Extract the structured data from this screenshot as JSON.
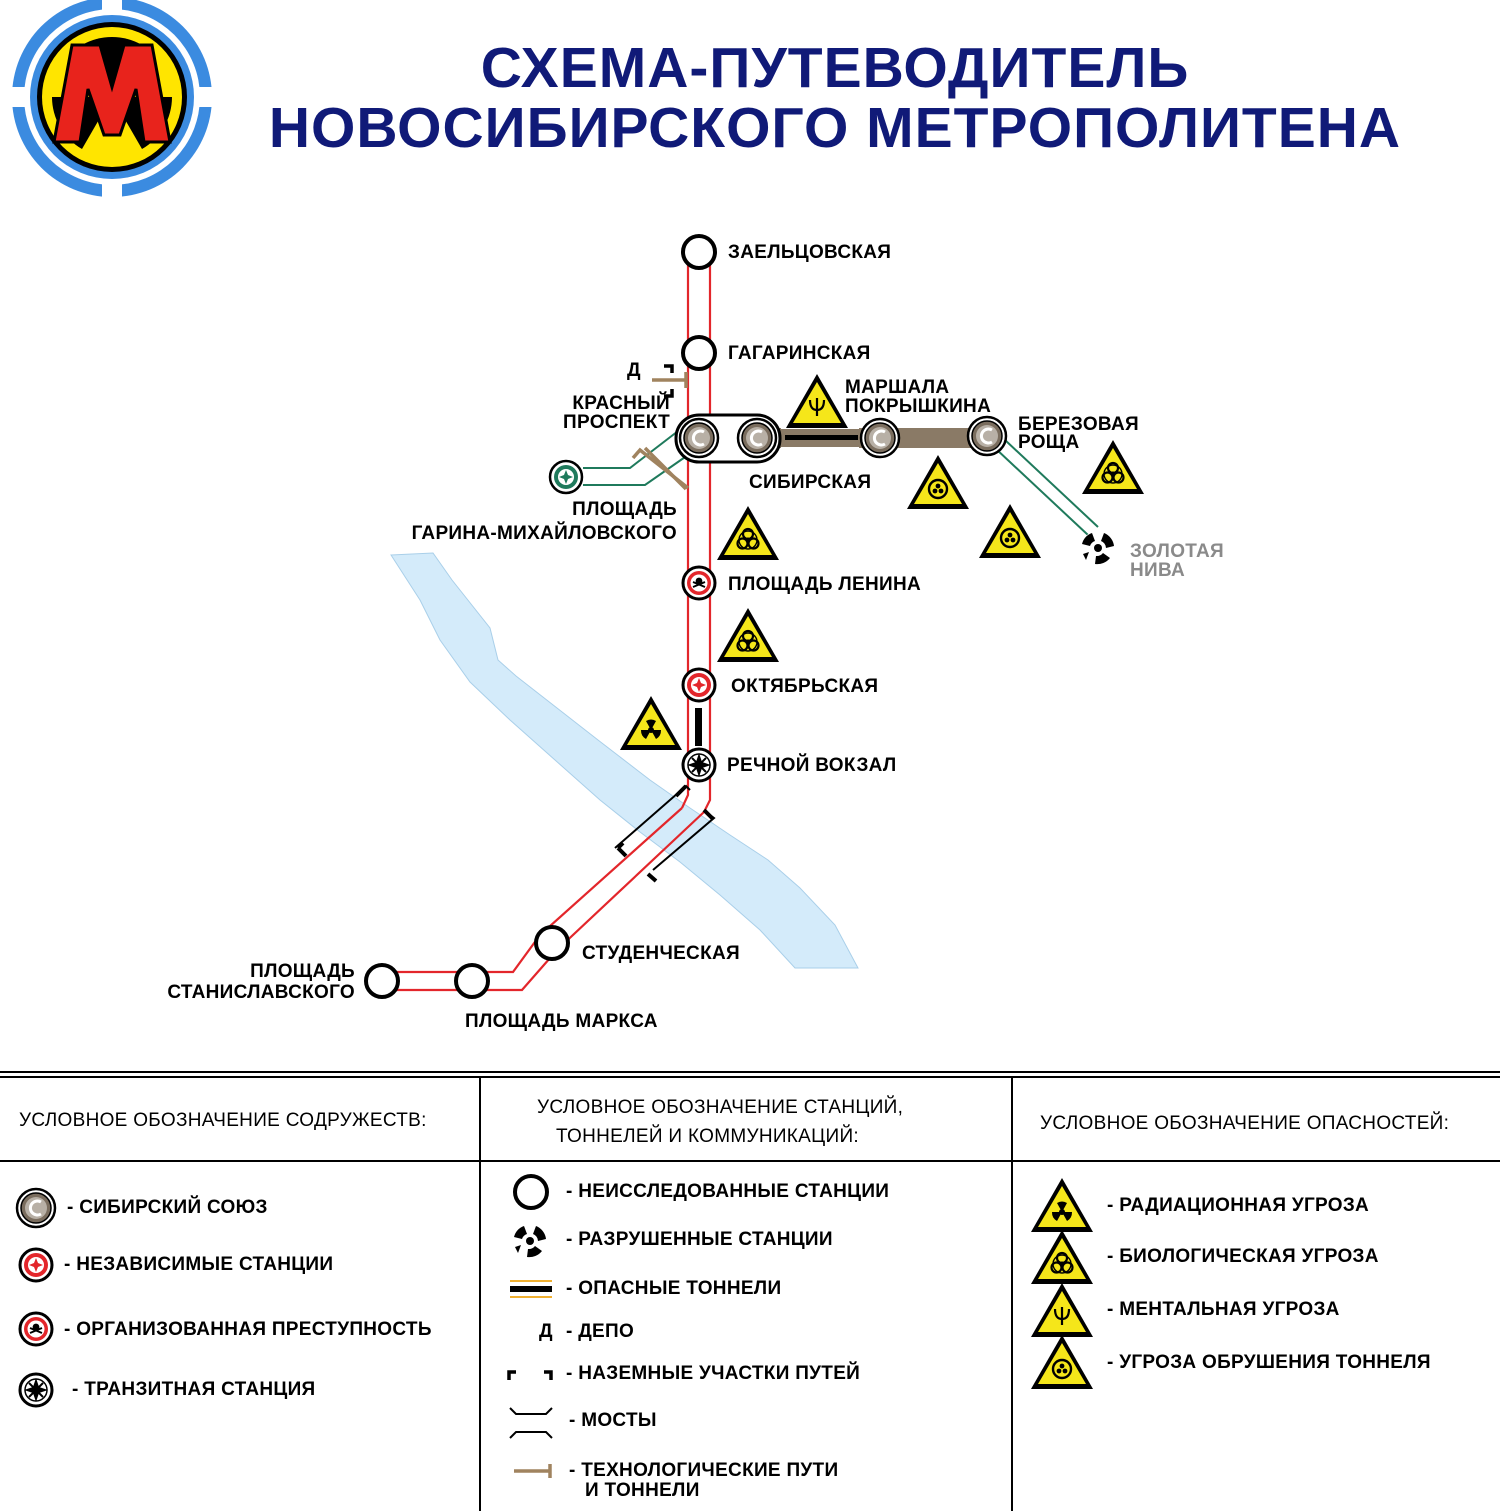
{
  "title": {
    "line1": "СХЕМА-ПУТЕВОДИТЕЛЬ",
    "line2": "НОВОСИБИРСКОГО МЕТРОПОЛИТЕНА"
  },
  "logo": {
    "letter": "М",
    "icon": "metro-logo-icon"
  },
  "stations": {
    "zaeltsovskaya": "ЗАЕЛЬЦОВСКАЯ",
    "gagarinskaya": "ГАГАРИНСКАЯ",
    "krasny_prospekt": [
      "КРАСНЫЙ",
      "ПРОСПЕКТ"
    ],
    "marshala_pokryshkina": [
      "МАРШАЛА",
      "ПОКРЫШКИНА"
    ],
    "berezovaya_roshcha": [
      "БЕРЕЗОВАЯ",
      "РОЩА"
    ],
    "sibirskaya": "СИБИРСКАЯ",
    "ploshchad_garina": [
      "ПЛОЩАДЬ",
      "ГАРИНА-МИХАЙЛОВСКОГО"
    ],
    "zolotaya_niva": [
      "ЗОЛОТАЯ",
      "НИВА"
    ],
    "ploshchad_lenina": "ПЛОЩАДЬ ЛЕНИНА",
    "oktyabrskaya": "ОКТЯБРЬСКАЯ",
    "rechnoy_vokzal": "РЕЧНОЙ ВОКЗАЛ",
    "studencheskaya": "СТУДЕНЧЕСКАЯ",
    "ploshchad_stanislavskogo": [
      "ПЛОЩАДЬ",
      "СТАНИСЛАВСКОГО"
    ],
    "ploshchad_marksa": "ПЛОЩАДЬ МАРКСА"
  },
  "depot_mark": "Д",
  "legend": {
    "factions": {
      "heading": "УСЛОВНОЕ ОБОЗНАЧЕНИЕ СОДРУЖЕСТВ:",
      "items": [
        {
          "icon": "siberian-union-icon",
          "label": "- СИБИРСКИЙ СОЮЗ"
        },
        {
          "icon": "independent-station-icon",
          "label": "- НЕЗАВИСИМЫЕ СТАНЦИИ"
        },
        {
          "icon": "organized-crime-icon",
          "label": "- ОРГАНИЗОВАННАЯ ПРЕСТУПНОСТЬ"
        },
        {
          "icon": "transit-station-icon",
          "label": "- ТРАНЗИТНАЯ СТАНЦИЯ"
        }
      ]
    },
    "stations": {
      "heading": [
        "УСЛОВНОЕ ОБОЗНАЧЕНИЕ СТАНЦИЙ,",
        "ТОННЕЛЕЙ И КОММУНИКАЦИЙ:"
      ],
      "items": [
        {
          "icon": "unexplored-station-icon",
          "label": "- НЕИССЛЕДОВАННЫЕ СТАНЦИИ"
        },
        {
          "icon": "destroyed-station-icon",
          "label": "- РАЗРУШЕННЫЕ СТАНЦИИ"
        },
        {
          "icon": "dangerous-tunnel-icon",
          "label": "- ОПАСНЫЕ ТОННЕЛИ"
        },
        {
          "icon": "depot-icon",
          "symbol": "Д",
          "label": "- ДЕПО"
        },
        {
          "icon": "surface-section-icon",
          "label": "- НАЗЕМНЫЕ УЧАСТКИ ПУТЕЙ"
        },
        {
          "icon": "bridge-icon",
          "label": "- МОСТЫ"
        },
        {
          "icon": "technical-tunnel-icon",
          "label": [
            "- ТЕХНОЛОГИЧЕСКИЕ ПУТИ",
            "И ТОННЕЛИ"
          ]
        }
      ]
    },
    "hazards": {
      "heading": "УСЛОВНОЕ ОБОЗНАЧЕНИЕ ОПАСНОСТЕЙ:",
      "items": [
        {
          "icon": "radiation-hazard-icon",
          "label": "- РАДИАЦИОННАЯ УГРОЗА"
        },
        {
          "icon": "biohazard-icon",
          "label": "- БИОЛОГИЧЕСКАЯ УГРОЗА"
        },
        {
          "icon": "mental-hazard-icon",
          "label": "- МЕНТАЛЬНАЯ УГРОЗА"
        },
        {
          "icon": "tunnel-collapse-hazard-icon",
          "label": "- УГРОЗА ОБРУШЕНИЯ ТОННЕЛЯ"
        }
      ]
    }
  },
  "colors": {
    "title": "#101a78",
    "red_line": "#e3262b",
    "green_line": "#1f7a5c",
    "union_line": "#8a7a66",
    "tech_tunnel": "#a0835f",
    "river": "#d4ebfa",
    "hazard_yellow": "#f5e61a",
    "logo_blue": "#3b8be0",
    "logo_yellow": "#ffe500",
    "logo_red": "#e8231c"
  }
}
